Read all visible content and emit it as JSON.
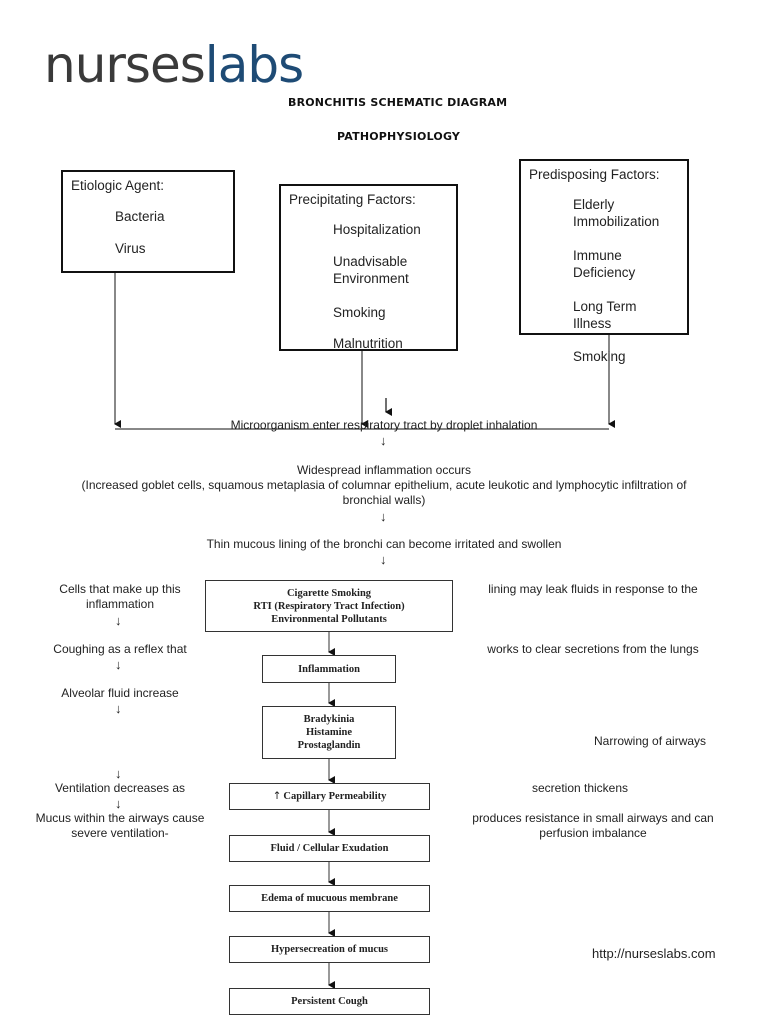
{
  "logo": {
    "part1": "nurses",
    "part2": "labs"
  },
  "title": "BRONCHITIS SCHEMATIC DIAGRAM",
  "subtitle": "PATHOPHYSIOLOGY",
  "etiologic": {
    "header": "Etiologic Agent:",
    "items": [
      "Bacteria",
      "Virus"
    ]
  },
  "precipitating": {
    "header": "Precipitating Factors:",
    "items": [
      "Hospitalization",
      "Unadvisable Environment",
      "Smoking",
      "Malnutrition"
    ]
  },
  "predisposing": {
    "header": "Predisposing Factors:",
    "items": [
      "Elderly Immobilization",
      "Immune Deficiency",
      "Long Term Illness",
      "Smoking"
    ]
  },
  "arrow": "↓",
  "flow": {
    "microorganism": "Microorganism enter respiratory tract by droplet inhalation",
    "widespread": "Widespread inflammation occurs",
    "widespread_detail": "(Increased goblet cells, squamous metaplasia of columnar epithelium, acute leukotic and lymphocytic infiltration of bronchial walls)",
    "thin_mucous": "Thin mucous lining of the bronchi can become irritated and swollen"
  },
  "left_notes": {
    "cells": "Cells that make up this inflammation",
    "coughing": "Coughing as a reflex that",
    "alveolar": "Alveolar fluid increase",
    "ventilation": "Ventilation decreases as",
    "mucus": "Mucus within the airways cause severe ventilation-"
  },
  "right_notes": {
    "lining": "lining may leak fluids in response to the",
    "works": "works to clear secretions from the lungs",
    "narrowing": "Narrowing of airways",
    "secretion": "secretion thickens",
    "produces": "produces resistance in small airways and can perfusion imbalance"
  },
  "boxes": {
    "causes": [
      "Cigarette Smoking",
      "RTI (Respiratory Tract Infection)",
      "Environmental Pollutants"
    ],
    "inflammation": "Inflammation",
    "mediators": [
      "Bradykinia",
      "Histamine",
      "Prostaglandin"
    ],
    "capillary_arrow": "↑",
    "capillary": "Capillary Permeability",
    "fluid": "Fluid / Cellular Exudation",
    "edema": "Edema of mucuous membrane",
    "hypersecretion": "Hypersecreation of mucus",
    "cough": "Persistent Cough"
  },
  "url": "http://nurseslabs.com"
}
